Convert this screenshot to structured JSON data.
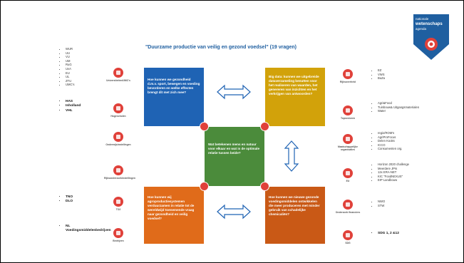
{
  "title": "\"Duurzame productie van veilig en gezond voedsel\" (19 vragen)",
  "logo": {
    "line1": "nationale",
    "line2": "wetenschaps",
    "line3": "agenda"
  },
  "left": {
    "universities": {
      "items": [
        "WUR",
        "UU",
        "VU",
        "UM",
        "RuG",
        "UvA",
        "EU",
        "UL",
        "ZTU",
        "UMC's"
      ],
      "label": "Universiteiten/UMC's"
    },
    "hogescholen": {
      "items": [
        "HAS",
        "Inholland",
        "VHL"
      ],
      "label": "Hogescholen"
    },
    "onderwijs": {
      "label": "Onderwijsinstellingen"
    },
    "rijks": {
      "label": "Rijksonderzoekinstellingen"
    },
    "to2": {
      "items": [
        "TNO",
        "DLO"
      ],
      "label": "TO2"
    },
    "bedrijven": {
      "items": [
        "NL Voedingsmiddelenbedrijven"
      ],
      "label": "Bedrijven"
    }
  },
  "right": {
    "rijksoverheid": {
      "items": [
        "EZ",
        "VWS",
        "BuZa"
      ],
      "label": "Rijksoverheid"
    },
    "topsectoren": {
      "items": [
        "Agri&Food",
        "Tuinbouw& Uitgangsmaterialen",
        "Water"
      ],
      "label": "Topsectoren"
    },
    "maatschappelijk": {
      "items": [
        "regio/ROM's",
        "AgriProFocus",
        "Delen Kooks",
        "ICCO",
        "Consumenten org."
      ],
      "label": "Maatschappelijke organisaties"
    },
    "eu": {
      "items": [
        "Horizon 2020 challenge",
        "Meerdere JPIs",
        "12x ERA-NET",
        "KIC \"FoodNEXUS\"",
        "EIP Landbouw"
      ],
      "label": "EU"
    },
    "financiers": {
      "items": [
        "NWO",
        "STW"
      ],
      "label": "Onderzoek financiers"
    },
    "sdg": {
      "items": [
        "SDG 1, 2 &12"
      ],
      "label": "SDG"
    }
  },
  "questions": {
    "q1": "Hoe kunnen we gezondheid d.m.v. sport, bewegen en voeding bevorderen en welke effecten brengt dit met zich mee?",
    "q2": "Big data: kunnen we uitgebreide dataverzameling benutten voor het realiseren van waarden, het genereren van inzichten en het verkrijgen van antwoorden?",
    "q3": "Wat betekenen mens en natuur voor elkaar en wat is de optimale relatie tussen beide?",
    "q4": "Hoe kunnen wij agroproductiesystemen verduurzamen in relatie tot de wereldwijd toenemende vraag naar gezondheid en veilig voedsel?",
    "q5": "Hoe kunnen we nieuwe gezonde voedingsmiddelen ontwikkelen die meer produceren met minder gebruik van schadelijke chemicaliën?"
  },
  "colors": {
    "blue": "#1f63b4",
    "gold": "#d2a20a",
    "green": "#4b8b3b",
    "orange": "#e06b1a",
    "red": "#e0413a"
  }
}
